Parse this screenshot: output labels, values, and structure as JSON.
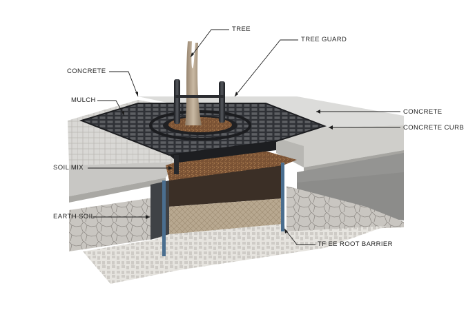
{
  "labels": {
    "tree": "TREE",
    "tree_guard": "TREE GUARD",
    "concrete_top": "CONCRETE",
    "mulch": "MULCH",
    "concrete_right": "CONCRETE",
    "concrete_curb": "CONCRETE CURB",
    "soil_mix": "SOIL MIX",
    "earth_soil": "EARTH SOIL",
    "root_barrier": "TF EE ROOT BARRIER"
  },
  "colors": {
    "concrete": "#d4d4d2",
    "grate": "#2a2c30",
    "mulch": "#7a5234",
    "soil_mix": "#3b2f26",
    "earth_soil": "#b5a58d",
    "barrier": "#4a6e8f",
    "asphalt": "#8c8c8a",
    "stone": "#c9c6c1"
  },
  "icons": {
    "grate": "tree-grate-icon",
    "tree": "tree-trunk-icon"
  }
}
